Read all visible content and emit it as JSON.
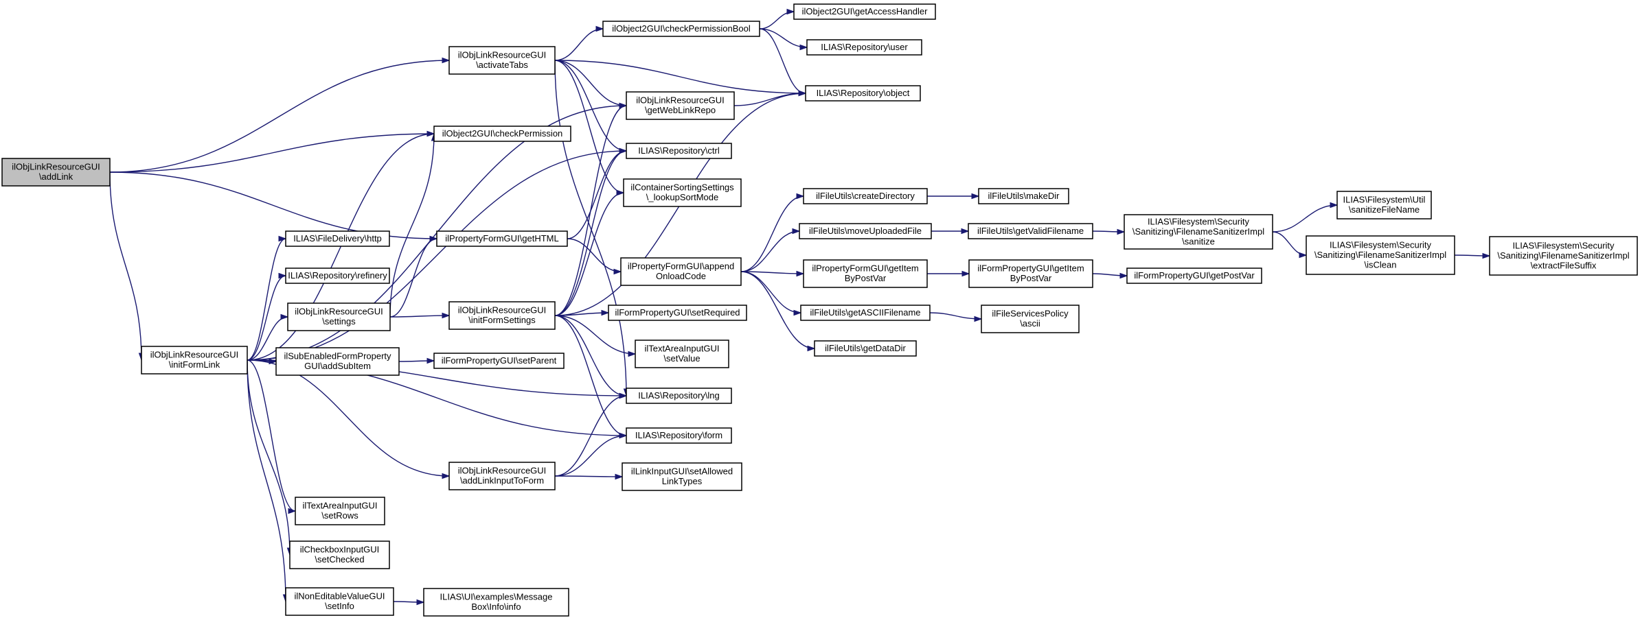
{
  "diagram": {
    "title": "",
    "colors": {
      "edge": "#191970",
      "node_border": "#000000",
      "node_fill": "#ffffff",
      "root_fill": "#bfbfbf",
      "text": "#000000"
    },
    "nodes": [
      {
        "id": "n_addLink",
        "lines": [
          "ilObjLinkResourceGUI",
          "\\addLink"
        ],
        "root": true
      },
      {
        "id": "n_activateTabs",
        "lines": [
          "ilObjLinkResourceGUI",
          "\\activateTabs"
        ]
      },
      {
        "id": "n_checkPermission",
        "lines": [
          "ilObject2GUI\\checkPermission"
        ]
      },
      {
        "id": "n_getHTML",
        "lines": [
          "ilPropertyFormGUI\\getHTML"
        ]
      },
      {
        "id": "n_initFormLink",
        "lines": [
          "ilObjLinkResourceGUI",
          "\\initFormLink"
        ]
      },
      {
        "id": "n_checkPermissionBool",
        "lines": [
          "ilObject2GUI\\checkPermissionBool"
        ]
      },
      {
        "id": "n_getWebLinkRepo",
        "lines": [
          "ilObjLinkResourceGUI",
          "\\getWebLinkRepo"
        ]
      },
      {
        "id": "n_ctrl",
        "lines": [
          "ILIAS\\Repository\\ctrl"
        ]
      },
      {
        "id": "n_lookupSortMode",
        "lines": [
          "ilContainerSortingSettings",
          "\\_lookupSortMode"
        ]
      },
      {
        "id": "n_getAccessHandler",
        "lines": [
          "ilObject2GUI\\getAccessHandler"
        ]
      },
      {
        "id": "n_user",
        "lines": [
          "ILIAS\\Repository\\user"
        ]
      },
      {
        "id": "n_object",
        "lines": [
          "ILIAS\\Repository\\object"
        ]
      },
      {
        "id": "n_appendOnloadCode",
        "lines": [
          "ilPropertyFormGUI\\append",
          "OnloadCode"
        ]
      },
      {
        "id": "n_http",
        "lines": [
          "ILIAS\\FileDelivery\\http"
        ]
      },
      {
        "id": "n_refinery",
        "lines": [
          "ILIAS\\Repository\\refinery"
        ]
      },
      {
        "id": "n_settings",
        "lines": [
          "ilObjLinkResourceGUI",
          "\\settings"
        ]
      },
      {
        "id": "n_addSubItem",
        "lines": [
          "ilSubEnabledFormProperty",
          "GUI\\addSubItem"
        ]
      },
      {
        "id": "n_textAreaSetRows",
        "lines": [
          "ilTextAreaInputGUI",
          "\\setRows"
        ]
      },
      {
        "id": "n_checkboxSetChecked",
        "lines": [
          "ilCheckboxInputGUI",
          "\\setChecked"
        ]
      },
      {
        "id": "n_nonEditableSetInfo",
        "lines": [
          "ilNonEditableValueGUI",
          "\\setInfo"
        ]
      },
      {
        "id": "n_initFormSettings",
        "lines": [
          "ilObjLinkResourceGUI",
          "\\initFormSettings"
        ]
      },
      {
        "id": "n_setParent",
        "lines": [
          "ilFormPropertyGUI\\setParent"
        ]
      },
      {
        "id": "n_addLinkInputToForm",
        "lines": [
          "ilObjLinkResourceGUI",
          "\\addLinkInputToForm"
        ]
      },
      {
        "id": "n_messageBoxInfo",
        "lines": [
          "ILIAS\\UI\\examples\\Message",
          "Box\\Info\\info"
        ]
      },
      {
        "id": "n_setRequired",
        "lines": [
          "ilFormPropertyGUI\\setRequired"
        ]
      },
      {
        "id": "n_textAreaSetValue",
        "lines": [
          "ilTextAreaInputGUI",
          "\\setValue"
        ]
      },
      {
        "id": "n_lng",
        "lines": [
          "ILIAS\\Repository\\lng"
        ]
      },
      {
        "id": "n_form",
        "lines": [
          "ILIAS\\Repository\\form"
        ]
      },
      {
        "id": "n_setAllowedLinkTypes",
        "lines": [
          "ilLinkInputGUI\\setAllowed",
          "LinkTypes"
        ]
      },
      {
        "id": "n_createDirectory",
        "lines": [
          "ilFileUtils\\createDirectory"
        ]
      },
      {
        "id": "n_moveUploadedFile",
        "lines": [
          "ilFileUtils\\moveUploadedFile"
        ]
      },
      {
        "id": "n_getItemByPostVar",
        "lines": [
          "ilPropertyFormGUI\\getItem",
          "ByPostVar"
        ]
      },
      {
        "id": "n_getASCIIFilename",
        "lines": [
          "ilFileUtils\\getASCIIFilename"
        ]
      },
      {
        "id": "n_getDataDir",
        "lines": [
          "ilFileUtils\\getDataDir"
        ]
      },
      {
        "id": "n_makeDir",
        "lines": [
          "ilFileUtils\\makeDir"
        ]
      },
      {
        "id": "n_getValidFilename",
        "lines": [
          "ilFileUtils\\getValidFilename"
        ]
      },
      {
        "id": "n_formPropGetItemByPostVar",
        "lines": [
          "ilFormPropertyGUI\\getItem",
          "ByPostVar"
        ]
      },
      {
        "id": "n_ascii",
        "lines": [
          "ilFileServicesPolicy",
          "\\ascii"
        ]
      },
      {
        "id": "n_sanitize",
        "lines": [
          "ILIAS\\Filesystem\\Security",
          "\\Sanitizing\\FilenameSanitizerImpl",
          "\\sanitize"
        ]
      },
      {
        "id": "n_getPostVar",
        "lines": [
          "ilFormPropertyGUI\\getPostVar"
        ]
      },
      {
        "id": "n_sanitizeFileName",
        "lines": [
          "ILIAS\\Filesystem\\Util",
          "\\sanitizeFileName"
        ]
      },
      {
        "id": "n_isClean",
        "lines": [
          "ILIAS\\Filesystem\\Security",
          "\\Sanitizing\\FilenameSanitizerImpl",
          "\\isClean"
        ]
      },
      {
        "id": "n_extractFileSuffix",
        "lines": [
          "ILIAS\\Filesystem\\Security",
          "\\Sanitizing\\FilenameSanitizerImpl",
          "\\extractFileSuffix"
        ]
      }
    ],
    "edges": [
      [
        "n_addLink",
        "n_activateTabs"
      ],
      [
        "n_addLink",
        "n_checkPermission"
      ],
      [
        "n_addLink",
        "n_getHTML"
      ],
      [
        "n_addLink",
        "n_initFormLink"
      ],
      [
        "n_activateTabs",
        "n_checkPermissionBool"
      ],
      [
        "n_activateTabs",
        "n_getWebLinkRepo"
      ],
      [
        "n_activateTabs",
        "n_ctrl"
      ],
      [
        "n_activateTabs",
        "n_lookupSortMode"
      ],
      [
        "n_activateTabs",
        "n_object"
      ],
      [
        "n_activateTabs",
        "n_lng"
      ],
      [
        "n_checkPermissionBool",
        "n_getAccessHandler"
      ],
      [
        "n_checkPermissionBool",
        "n_user"
      ],
      [
        "n_checkPermissionBool",
        "n_object"
      ],
      [
        "n_getWebLinkRepo",
        "n_object"
      ],
      [
        "n_getHTML",
        "n_ctrl"
      ],
      [
        "n_getHTML",
        "n_appendOnloadCode"
      ],
      [
        "n_initFormLink",
        "n_getWebLinkRepo"
      ],
      [
        "n_initFormLink",
        "n_checkPermission"
      ],
      [
        "n_initFormLink",
        "n_ctrl"
      ],
      [
        "n_initFormLink",
        "n_http"
      ],
      [
        "n_initFormLink",
        "n_refinery"
      ],
      [
        "n_initFormLink",
        "n_settings"
      ],
      [
        "n_initFormLink",
        "n_addSubItem"
      ],
      [
        "n_initFormLink",
        "n_lng"
      ],
      [
        "n_initFormLink",
        "n_form"
      ],
      [
        "n_initFormLink",
        "n_addLinkInputToForm"
      ],
      [
        "n_initFormLink",
        "n_textAreaSetRows"
      ],
      [
        "n_initFormLink",
        "n_checkboxSetChecked"
      ],
      [
        "n_initFormLink",
        "n_nonEditableSetInfo"
      ],
      [
        "n_settings",
        "n_checkPermission"
      ],
      [
        "n_settings",
        "n_getHTML"
      ],
      [
        "n_settings",
        "n_initFormSettings"
      ],
      [
        "n_addSubItem",
        "n_setParent"
      ],
      [
        "n_nonEditableSetInfo",
        "n_messageBoxInfo"
      ],
      [
        "n_initFormSettings",
        "n_getWebLinkRepo"
      ],
      [
        "n_initFormSettings",
        "n_ctrl"
      ],
      [
        "n_initFormSettings",
        "n_lookupSortMode"
      ],
      [
        "n_initFormSettings",
        "n_object"
      ],
      [
        "n_initFormSettings",
        "n_setRequired"
      ],
      [
        "n_initFormSettings",
        "n_textAreaSetValue"
      ],
      [
        "n_initFormSettings",
        "n_lng"
      ],
      [
        "n_initFormSettings",
        "n_form"
      ],
      [
        "n_addLinkInputToForm",
        "n_lng"
      ],
      [
        "n_addLinkInputToForm",
        "n_form"
      ],
      [
        "n_addLinkInputToForm",
        "n_setAllowedLinkTypes"
      ],
      [
        "n_appendOnloadCode",
        "n_createDirectory"
      ],
      [
        "n_appendOnloadCode",
        "n_moveUploadedFile"
      ],
      [
        "n_appendOnloadCode",
        "n_getItemByPostVar"
      ],
      [
        "n_appendOnloadCode",
        "n_getASCIIFilename"
      ],
      [
        "n_appendOnloadCode",
        "n_getDataDir"
      ],
      [
        "n_createDirectory",
        "n_makeDir"
      ],
      [
        "n_moveUploadedFile",
        "n_getValidFilename"
      ],
      [
        "n_getItemByPostVar",
        "n_formPropGetItemByPostVar"
      ],
      [
        "n_getASCIIFilename",
        "n_ascii"
      ],
      [
        "n_getValidFilename",
        "n_sanitize"
      ],
      [
        "n_formPropGetItemByPostVar",
        "n_getPostVar"
      ],
      [
        "n_sanitize",
        "n_sanitizeFileName"
      ],
      [
        "n_sanitize",
        "n_isClean"
      ],
      [
        "n_isClean",
        "n_extractFileSuffix"
      ]
    ]
  }
}
